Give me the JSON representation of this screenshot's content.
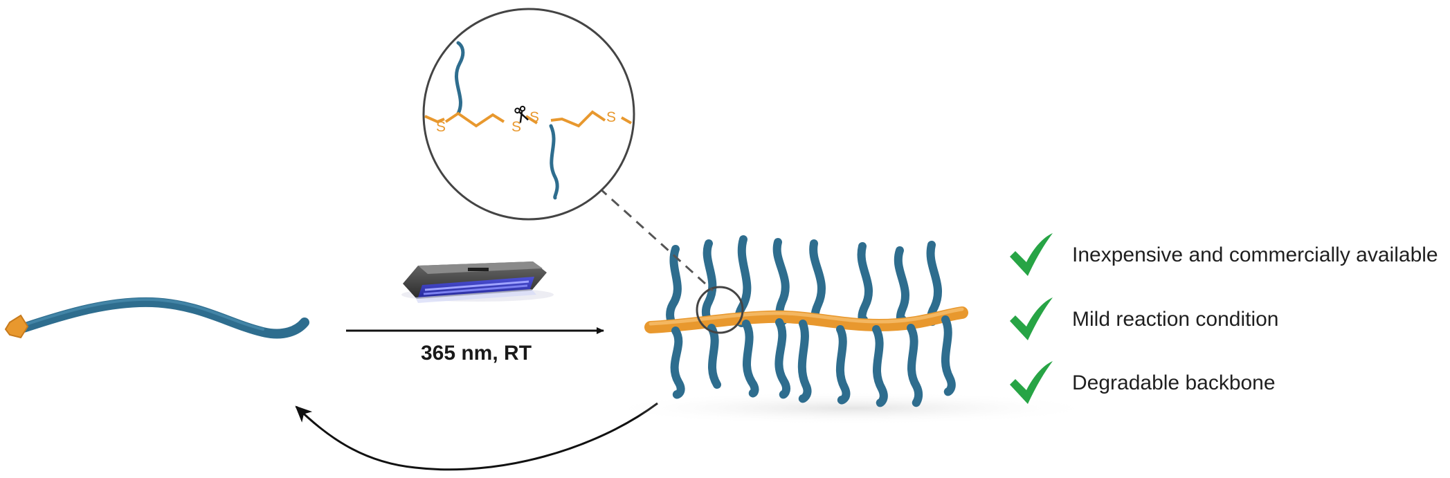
{
  "diagram": {
    "condition_label": "365 nm, RT",
    "zoom_atoms": {
      "sulfur": "S"
    },
    "features": [
      {
        "label": "Inexpensive and commercially available",
        "icon": "check-icon"
      },
      {
        "label": "Mild reaction condition",
        "icon": "check-icon"
      },
      {
        "label": "Degradable backbone",
        "icon": "check-icon"
      }
    ],
    "colors": {
      "polymer_blue": "#2e6d8e",
      "backbone_orange": "#e8982e",
      "check_green": "#27a445",
      "uv_lamp_light": "#3b3fc0",
      "arrow": "#111111"
    }
  }
}
